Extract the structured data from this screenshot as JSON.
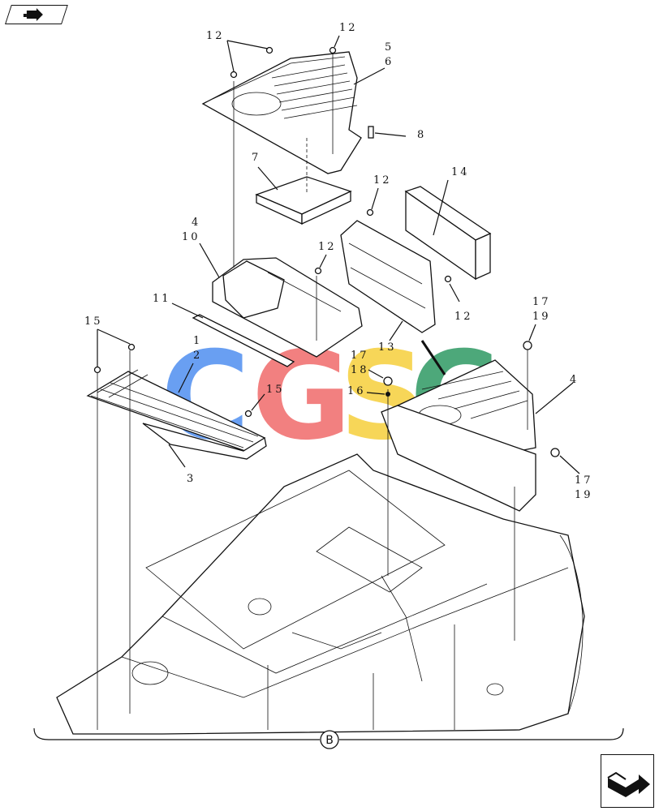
{
  "watermark": {
    "letters": [
      "C",
      "G",
      "S",
      "C"
    ],
    "colors": [
      "#4f8ff0",
      "#f06a6a",
      "#f6cf3c",
      "#2f9a63"
    ]
  },
  "callouts": [
    {
      "id": "c12a",
      "text": "12"
    },
    {
      "id": "c12b",
      "text": "12"
    },
    {
      "id": "c5",
      "text": "5"
    },
    {
      "id": "c6",
      "text": "6"
    },
    {
      "id": "c8",
      "text": "8"
    },
    {
      "id": "c7",
      "text": "7"
    },
    {
      "id": "c12c",
      "text": "12"
    },
    {
      "id": "c14",
      "text": "14"
    },
    {
      "id": "c4a",
      "text": "4"
    },
    {
      "id": "c10",
      "text": "10"
    },
    {
      "id": "c12d",
      "text": "12"
    },
    {
      "id": "c11",
      "text": "11"
    },
    {
      "id": "c12e",
      "text": "12"
    },
    {
      "id": "c13",
      "text": "13"
    },
    {
      "id": "c15a",
      "text": "15"
    },
    {
      "id": "c1",
      "text": "1"
    },
    {
      "id": "c2",
      "text": "2"
    },
    {
      "id": "c15b",
      "text": "15"
    },
    {
      "id": "c3",
      "text": "3"
    },
    {
      "id": "c17a",
      "text": "17"
    },
    {
      "id": "c18",
      "text": "18"
    },
    {
      "id": "c16",
      "text": "16"
    },
    {
      "id": "c17b",
      "text": "17"
    },
    {
      "id": "c19a",
      "text": "19"
    },
    {
      "id": "c4b",
      "text": "4"
    },
    {
      "id": "c17c",
      "text": "17"
    },
    {
      "id": "c19b",
      "text": "19"
    }
  ],
  "section_marker": "B",
  "nav": {
    "top_left_icon": "arrow-icon",
    "bottom_right_icon": "arrow-icon"
  }
}
